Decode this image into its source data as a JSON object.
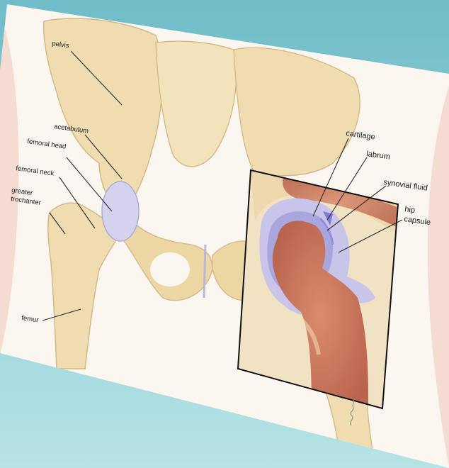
{
  "colors": {
    "background_teal": "#6fbcc8",
    "background_light": "#b7e3e5",
    "bone": "#eedcae",
    "bone_shadow": "#d8bf86",
    "cartilage_blue": "#b8b8e6",
    "marrow_red": "#c9735a",
    "skin_pink": "#f3d6cf"
  },
  "labels": {
    "pelvis": "pelvis",
    "acetabulum": "acetabulum",
    "femoral_head": "femoral head",
    "femoral_neck": "femoral neck",
    "greater_trochanter_line1": "greater",
    "greater_trochanter_line2": "trochanter",
    "femur": "femur",
    "cartilage": "cartilage",
    "labrum": "labrum",
    "synovial_fluid": "synovial fluid",
    "hip_capsule_line1": "hip",
    "hip_capsule_line2": "capsule"
  }
}
